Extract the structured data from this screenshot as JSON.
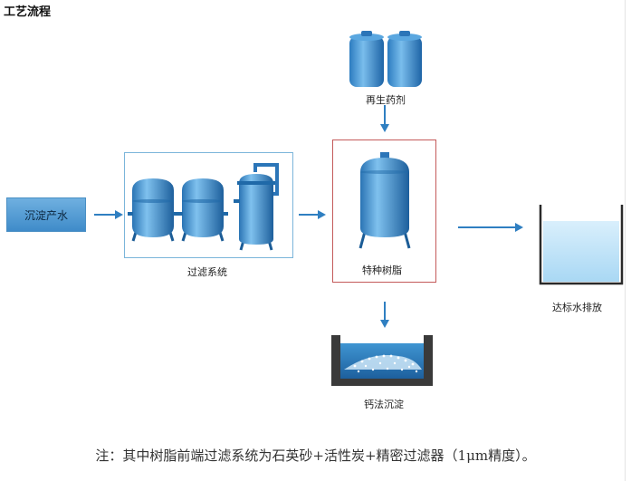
{
  "title": "工艺流程",
  "nodes": {
    "source": "沉淀产水",
    "filter": "过滤系统",
    "chemical": "再生药剂",
    "resin": "特种树脂",
    "calcium": "钙法沉淀",
    "discharge": "达标水排放"
  },
  "note": "注：其中树脂前端过滤系统为石英砂+活性炭+精密过滤器（1μm精度）。",
  "colors": {
    "tank_light": "#8cc8ef",
    "tank_dark": "#1f6aa8",
    "arrow": "#2f7fc1",
    "resin_border": "#c45a5a",
    "filter_border": "#7bb5da"
  }
}
